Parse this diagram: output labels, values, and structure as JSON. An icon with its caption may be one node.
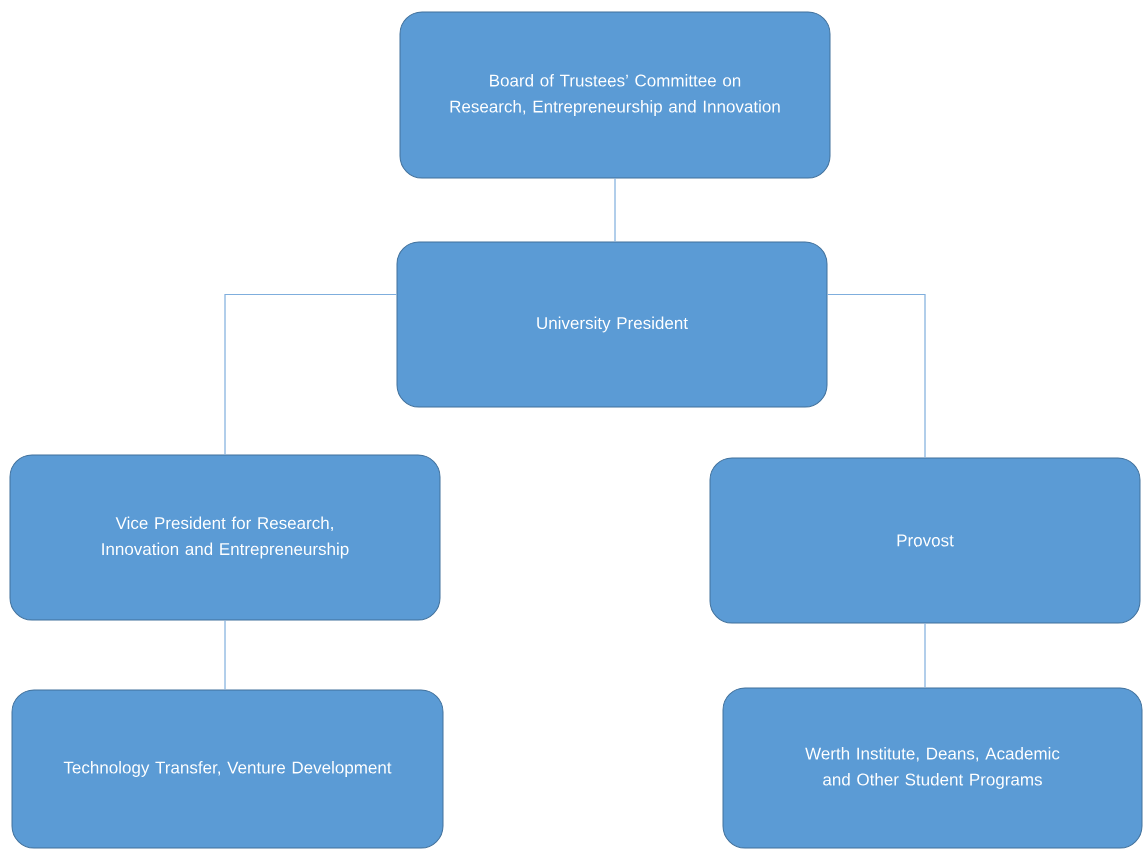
{
  "diagram": {
    "nodes": [
      {
        "text": [
          "Board of Trustees’ Committee on Research, Entrepreneurship and Innovation"
        ]
      },
      {
        "text": [
          "University President"
        ]
      },
      {
        "text": [
          "Vice President for Research, Innovation and Entrepreneurship"
        ]
      },
      {
        "text": [
          "Provost"
        ]
      },
      {
        "text": [
          "Technology Transfer, Venture Development"
        ]
      },
      {
        "text": [
          "Werth Institute, Deans, Academic and Other Student Programs"
        ]
      }
    ],
    "edges": [
      {
        "from": 0,
        "to": 1,
        "arrow": "none"
      },
      {
        "from": 1,
        "to": 2,
        "arrow": "none"
      },
      {
        "from": 1,
        "to": 3,
        "arrow": "none"
      },
      {
        "from": 2,
        "to": 4,
        "arrow": "none"
      },
      {
        "from": 3,
        "to": 5,
        "arrow": "none"
      }
    ]
  }
}
